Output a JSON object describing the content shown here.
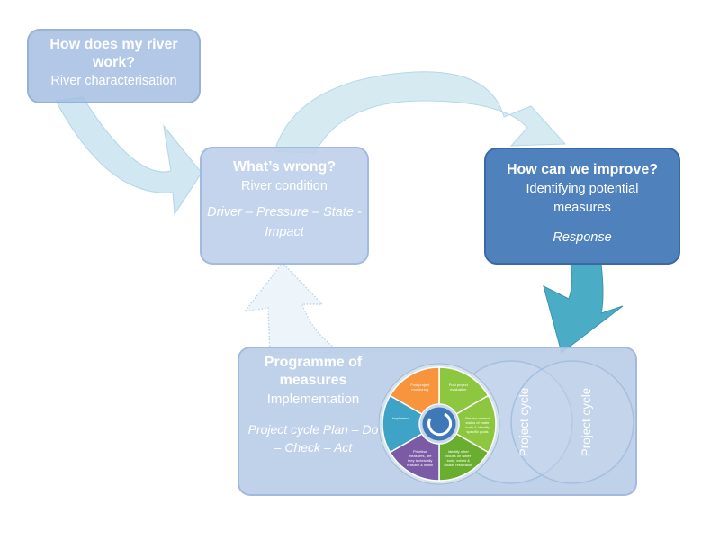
{
  "river_box": {
    "title": "How does my river work?",
    "subtitle": "River characterisation"
  },
  "wrong_box": {
    "title": "What’s wrong?",
    "subtitle": "River condition",
    "italic": "Driver – Pressure – State - Impact"
  },
  "improve_box": {
    "title": "How can we improve?",
    "subtitle": "Identifying potential measures",
    "italic": "Response"
  },
  "programme_box": {
    "title": "Programme of measures",
    "subtitle": "Implementation",
    "italic": "Project cycle Plan – Do – Check – Act"
  },
  "venn": {
    "left_label": "Project cycle",
    "right_label": "Project cycle"
  },
  "cycle_wheel": {
    "segments": [
      {
        "label": "Post project evaluation",
        "color": "#8dc63f"
      },
      {
        "label": "Review current status of water body & identify specific goals",
        "color": "#8dc63f"
      },
      {
        "label": "Identify other issues on water body, extent & cause, restoration measures",
        "color": "#6aae2f"
      },
      {
        "label": "Prioritise measures, are they technically feasible & within budget?",
        "color": "#7b5aa6"
      },
      {
        "label": "Implement",
        "color": "#3fa3c8"
      },
      {
        "label": "Post project monitoring",
        "color": "#f7943c"
      }
    ]
  },
  "colors": {
    "light_box": "#bed0ea",
    "dark_box": "#4f81bd",
    "arrow_light": "#c5e4ef",
    "arrow_teal": "#4bacc6"
  }
}
